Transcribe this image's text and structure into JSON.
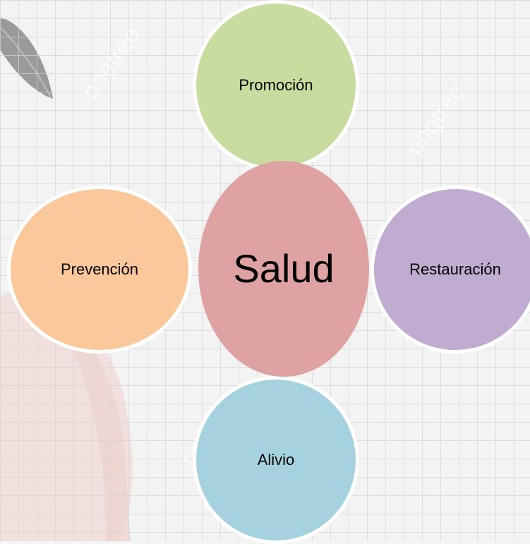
{
  "diagram": {
    "center": {
      "label": "Salud",
      "color": "#dea2a2"
    },
    "nodes": {
      "top": {
        "label": "Promoción",
        "color": "#c8dc9f"
      },
      "left": {
        "label": "Prevención",
        "color": "#fac89b"
      },
      "right": {
        "label": "Restauración",
        "color": "#bfacd0"
      },
      "bottom": {
        "label": "Alivio",
        "color": "#a6d2df"
      }
    }
  },
  "background": {
    "paper_color": "#f4f4f4",
    "grid_color": "#d6d6d6",
    "watermark": "pngtree"
  }
}
